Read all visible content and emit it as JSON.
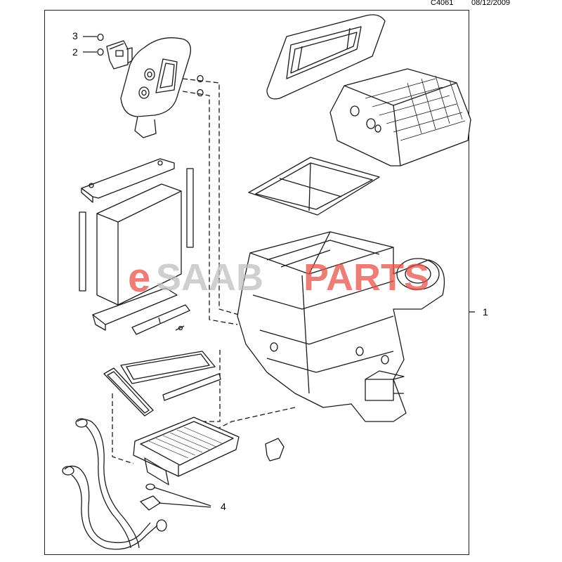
{
  "header": {
    "code": "C4061",
    "date": "08/12/2009"
  },
  "watermark": {
    "text_e": "e",
    "text_saab": "SAAB",
    "text_parts": "PARTS",
    "color_red": "#e8534a",
    "color_gray": "#c0c0c0"
  },
  "callouts": {
    "c1": "1",
    "c2": "2",
    "c3": "3",
    "c4": "4"
  },
  "colors": {
    "line": "#1a1a1a",
    "fill": "#ffffff",
    "shade": "#e6e6e6"
  }
}
